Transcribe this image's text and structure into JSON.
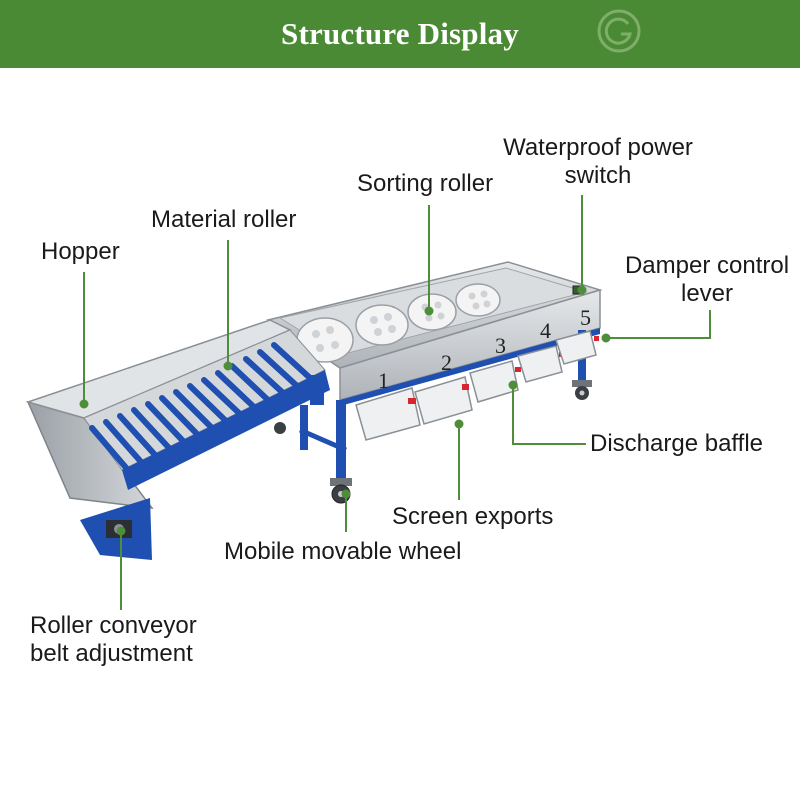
{
  "header": {
    "title": "Structure Display"
  },
  "labels": {
    "hopper": "Hopper",
    "material_roller": "Material roller",
    "sorting_roller": "Sorting roller",
    "waterproof_switch_line1": "Waterproof power",
    "waterproof_switch_line2": "switch",
    "damper_lever_line1": "Damper control",
    "damper_lever_line2": "lever",
    "discharge_baffle": "Discharge baffle",
    "screen_exports": "Screen exports",
    "mobile_wheel": "Mobile movable wheel",
    "roller_adjust_line1": "Roller conveyor",
    "roller_adjust_line2": "belt adjustment"
  },
  "outlet_numbers": [
    "1",
    "2",
    "3",
    "4",
    "5"
  ],
  "colors": {
    "header": "#4a8a35",
    "leader_line": "#4e8d3a",
    "frame": "#1f4fb0",
    "steel": "#c9cdd1"
  }
}
